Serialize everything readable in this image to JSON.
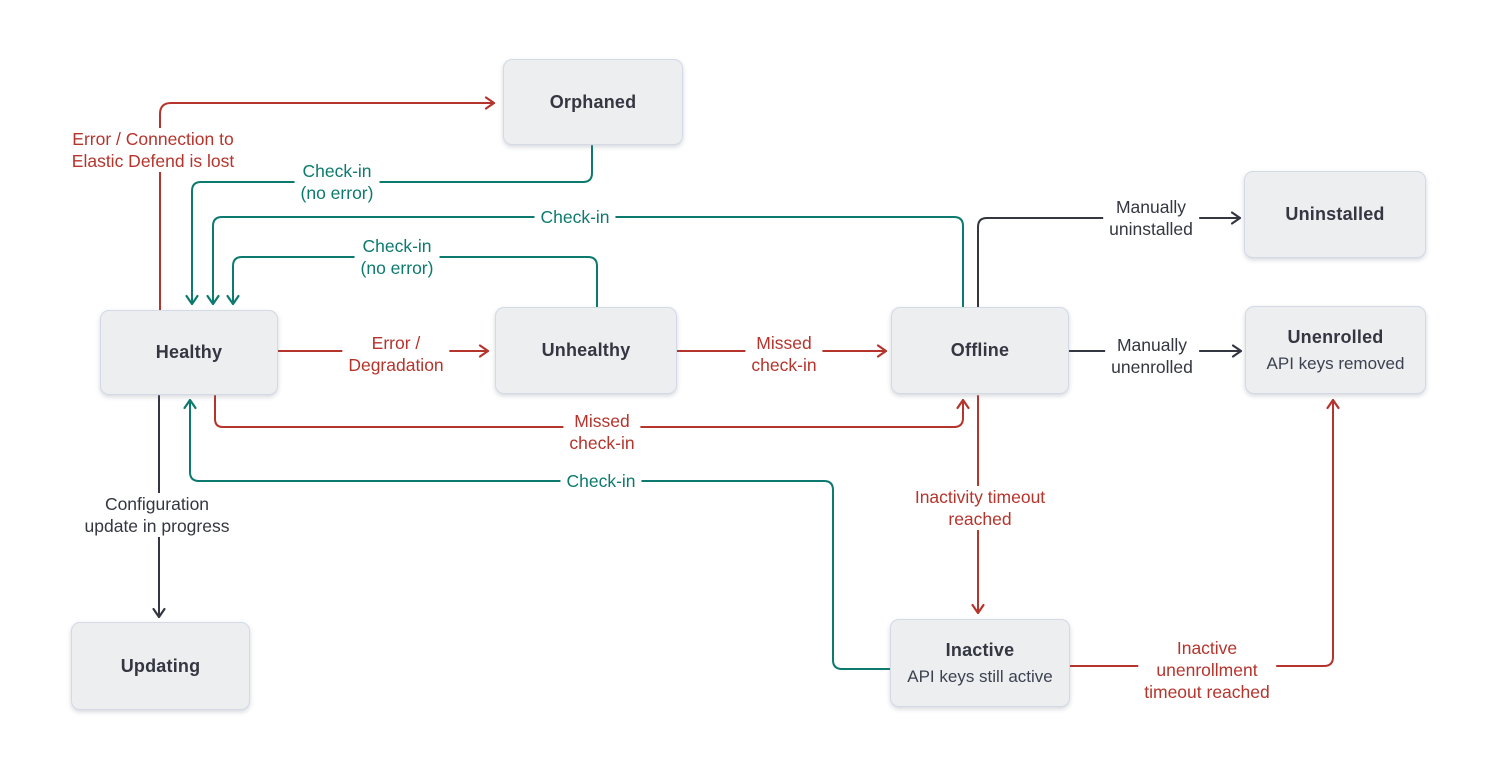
{
  "diagram": {
    "subject": "Elastic Agent status state diagram"
  },
  "colors": {
    "error_red": "#b5342c",
    "checkin_teal": "#0d7a6f",
    "neutral_dark": "#343741",
    "node_fill": "#edeef0",
    "node_border": "#d3dae6",
    "background": "#ffffff"
  },
  "nodes": {
    "orphaned": {
      "label": "Orphaned"
    },
    "uninstalled": {
      "label": "Uninstalled"
    },
    "healthy": {
      "label": "Healthy"
    },
    "unhealthy": {
      "label": "Unhealthy"
    },
    "offline": {
      "label": "Offline"
    },
    "unenrolled": {
      "label": "Unenrolled",
      "sublabel": "API keys removed"
    },
    "updating": {
      "label": "Updating"
    },
    "inactive": {
      "label": "Inactive",
      "sublabel": "API keys still active"
    }
  },
  "edges": [
    {
      "from": "healthy",
      "to": "orphaned",
      "status": "error",
      "label": "Error / Connection to Elastic Defend is lost",
      "label_lines": [
        "Error / Connection to",
        "Elastic Defend is lost"
      ]
    },
    {
      "from": "orphaned",
      "to": "healthy",
      "status": "success",
      "label": "Check-in (no error)",
      "label_lines": [
        "Check-in",
        "(no error)"
      ]
    },
    {
      "from": "offline",
      "to": "healthy",
      "status": "success",
      "label": "Check-in",
      "label_lines": [
        "Check-in"
      ]
    },
    {
      "from": "unhealthy",
      "to": "healthy",
      "status": "success",
      "label": "Check-in (no error)",
      "label_lines": [
        "Check-in",
        "(no error)"
      ]
    },
    {
      "from": "healthy",
      "to": "unhealthy",
      "status": "error",
      "label": "Error / Degradation",
      "label_lines": [
        "Error /",
        "Degradation"
      ]
    },
    {
      "from": "unhealthy",
      "to": "offline",
      "status": "error",
      "label": "Missed check-in",
      "label_lines": [
        "Missed",
        "check-in"
      ]
    },
    {
      "from": "offline",
      "to": "uninstalled",
      "status": "neutral",
      "label": "Manually uninstalled",
      "label_lines": [
        "Manually",
        "uninstalled"
      ]
    },
    {
      "from": "offline",
      "to": "unenrolled",
      "status": "neutral",
      "label": "Manually unenrolled",
      "label_lines": [
        "Manually",
        "unenrolled"
      ]
    },
    {
      "from": "healthy",
      "to": "offline",
      "status": "error",
      "label": "Missed check-in",
      "label_lines": [
        "Missed",
        "check-in"
      ]
    },
    {
      "from": "inactive",
      "to": "healthy",
      "status": "success",
      "label": "Check-in",
      "label_lines": [
        "Check-in"
      ]
    },
    {
      "from": "healthy",
      "to": "updating",
      "status": "neutral",
      "label": "Configuration update in progress",
      "label_lines": [
        "Configuration",
        "update in progress"
      ]
    },
    {
      "from": "offline",
      "to": "inactive",
      "status": "error",
      "label": "Inactivity timeout reached",
      "label_lines": [
        "Inactivity timeout",
        "reached"
      ]
    },
    {
      "from": "inactive",
      "to": "unenrolled",
      "status": "error",
      "label": "Inactive unenrollment timeout reached",
      "label_lines": [
        "Inactive",
        "unenrollment",
        "timeout reached"
      ]
    }
  ]
}
